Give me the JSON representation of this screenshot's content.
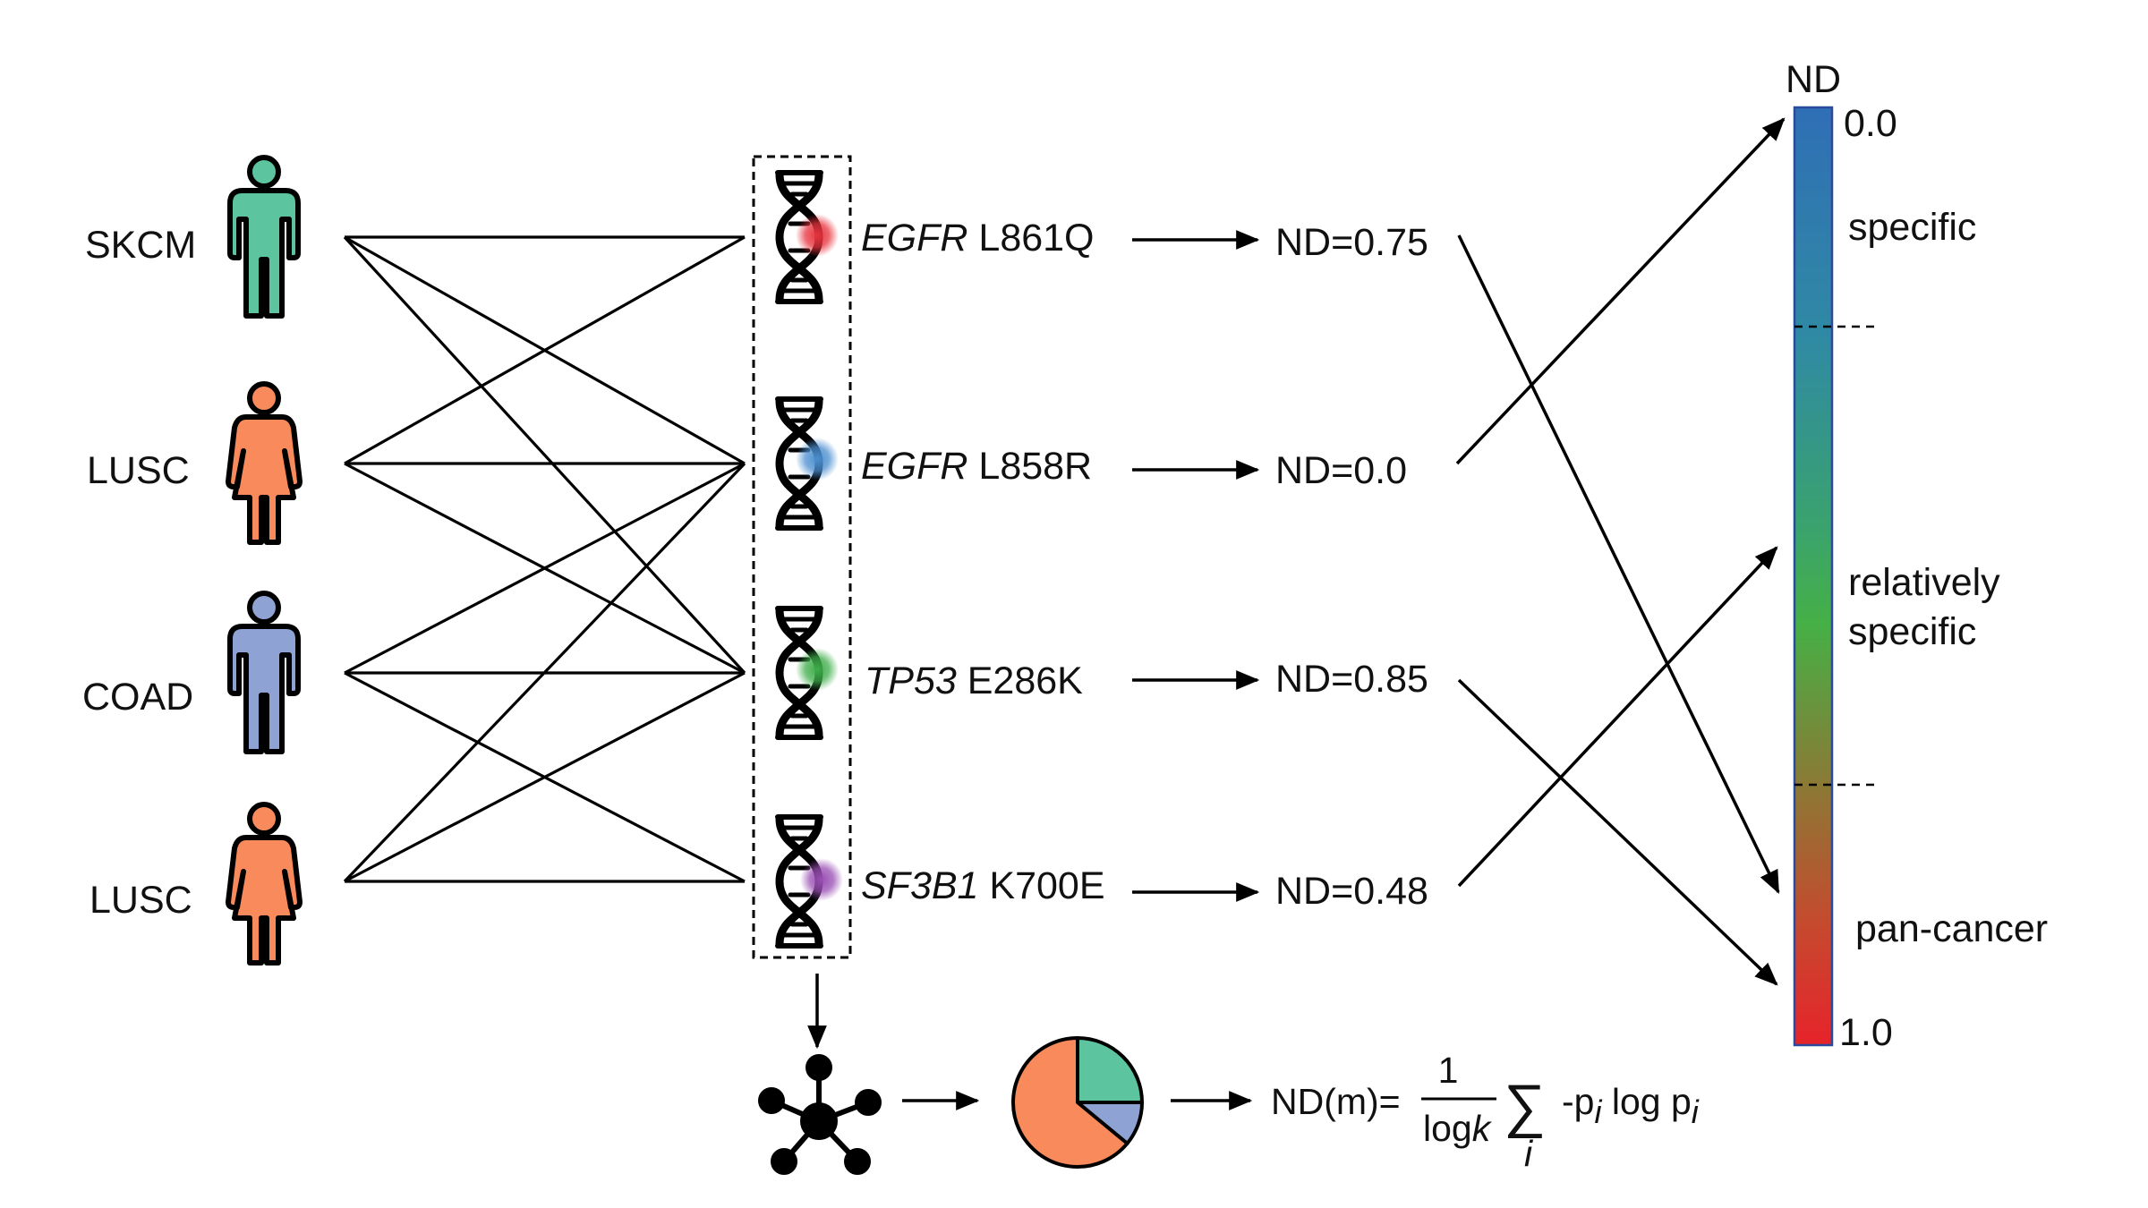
{
  "patients": [
    {
      "label": "SKCM",
      "sex": "male",
      "color": "#5cc59f"
    },
    {
      "label": "LUSC",
      "sex": "female",
      "color": "#f98a5c"
    },
    {
      "label": "COAD",
      "sex": "male",
      "color": "#8ea2d4"
    },
    {
      "label": "LUSC",
      "sex": "female",
      "color": "#f98a5c"
    }
  ],
  "mutations": [
    {
      "gene": "EGFR",
      "variant": " L861Q",
      "nd_label": "ND=0.75",
      "dot_color": "#e8343e"
    },
    {
      "gene": "EGFR",
      "variant": " L858R",
      "nd_label": "ND=0.0",
      "dot_color": "#4b8fd0"
    },
    {
      "gene": "TP53",
      "variant": " E286K",
      "nd_label": "ND=0.85",
      "dot_color": "#3fae4b"
    },
    {
      "gene": "SF3B1",
      "variant": " K700E",
      "nd_label": "ND=0.48",
      "dot_color": "#9a4fb4"
    }
  ],
  "colorbar": {
    "title": "ND",
    "min_label": "0.0",
    "max_label": "1.0",
    "regions": {
      "specific": "specific",
      "relatively_line1": "relatively",
      "relatively_line2": "specific",
      "pan_cancer": "pan-cancer"
    },
    "gradient": [
      "#2f6fb5",
      "#2f8aa3",
      "#3aa36d",
      "#45b046",
      "#8a7a35",
      "#c54a2e",
      "#e6232a"
    ]
  },
  "pie": {
    "slices": [
      {
        "label": "LUSC",
        "fraction": 0.64,
        "color": "#f98a5c"
      },
      {
        "label": "SKCM",
        "fraction": 0.25,
        "color": "#5cc59f"
      },
      {
        "label": "COAD",
        "fraction": 0.11,
        "color": "#8ea2d4"
      }
    ]
  },
  "formula": {
    "lhs": "ND(m)=",
    "numerator": "1",
    "den_log": "log",
    "den_k": "k",
    "sigma": "∑",
    "index": "i",
    "term_p": "-p",
    "term_i": "i",
    "term_log": " log p",
    "term_i2": "i"
  }
}
